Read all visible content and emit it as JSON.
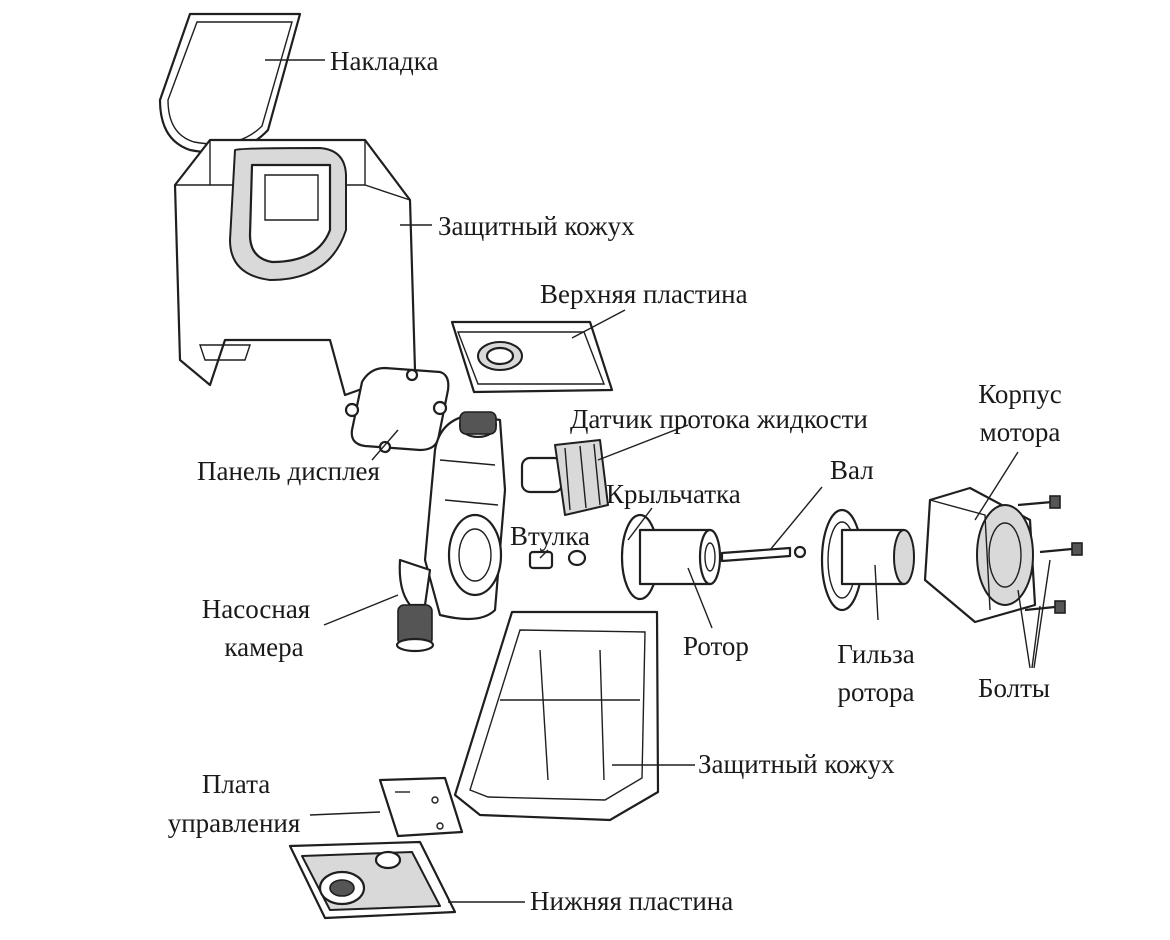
{
  "labels": {
    "nakladka": "Накладка",
    "zashchitnyi_kozhukh_top": "Защитный кожух",
    "verkhnyaya_plastina": "Верхняя пластина",
    "datchik": "Датчик протока жидкости",
    "korpus_line1": "Корпус",
    "korpus_line2": "мотора",
    "panel_displeya": "Панель дисплея",
    "val": "Вал",
    "krylchatka": "Крыльчатка",
    "vtulka": "Втулка",
    "nasosnaya_line1": "Насосная",
    "nasosnaya_line2": "камера",
    "rotor": "Ротор",
    "gilza_line1": "Гильза",
    "gilza_line2": "ротора",
    "bolty": "Болты",
    "zashchitnyi_kozhukh_bottom": "Защитный кожух",
    "plata_line1": "Плата",
    "plata_line2": "управления",
    "nizhnyaya_plastina": "Нижняя пластина"
  }
}
